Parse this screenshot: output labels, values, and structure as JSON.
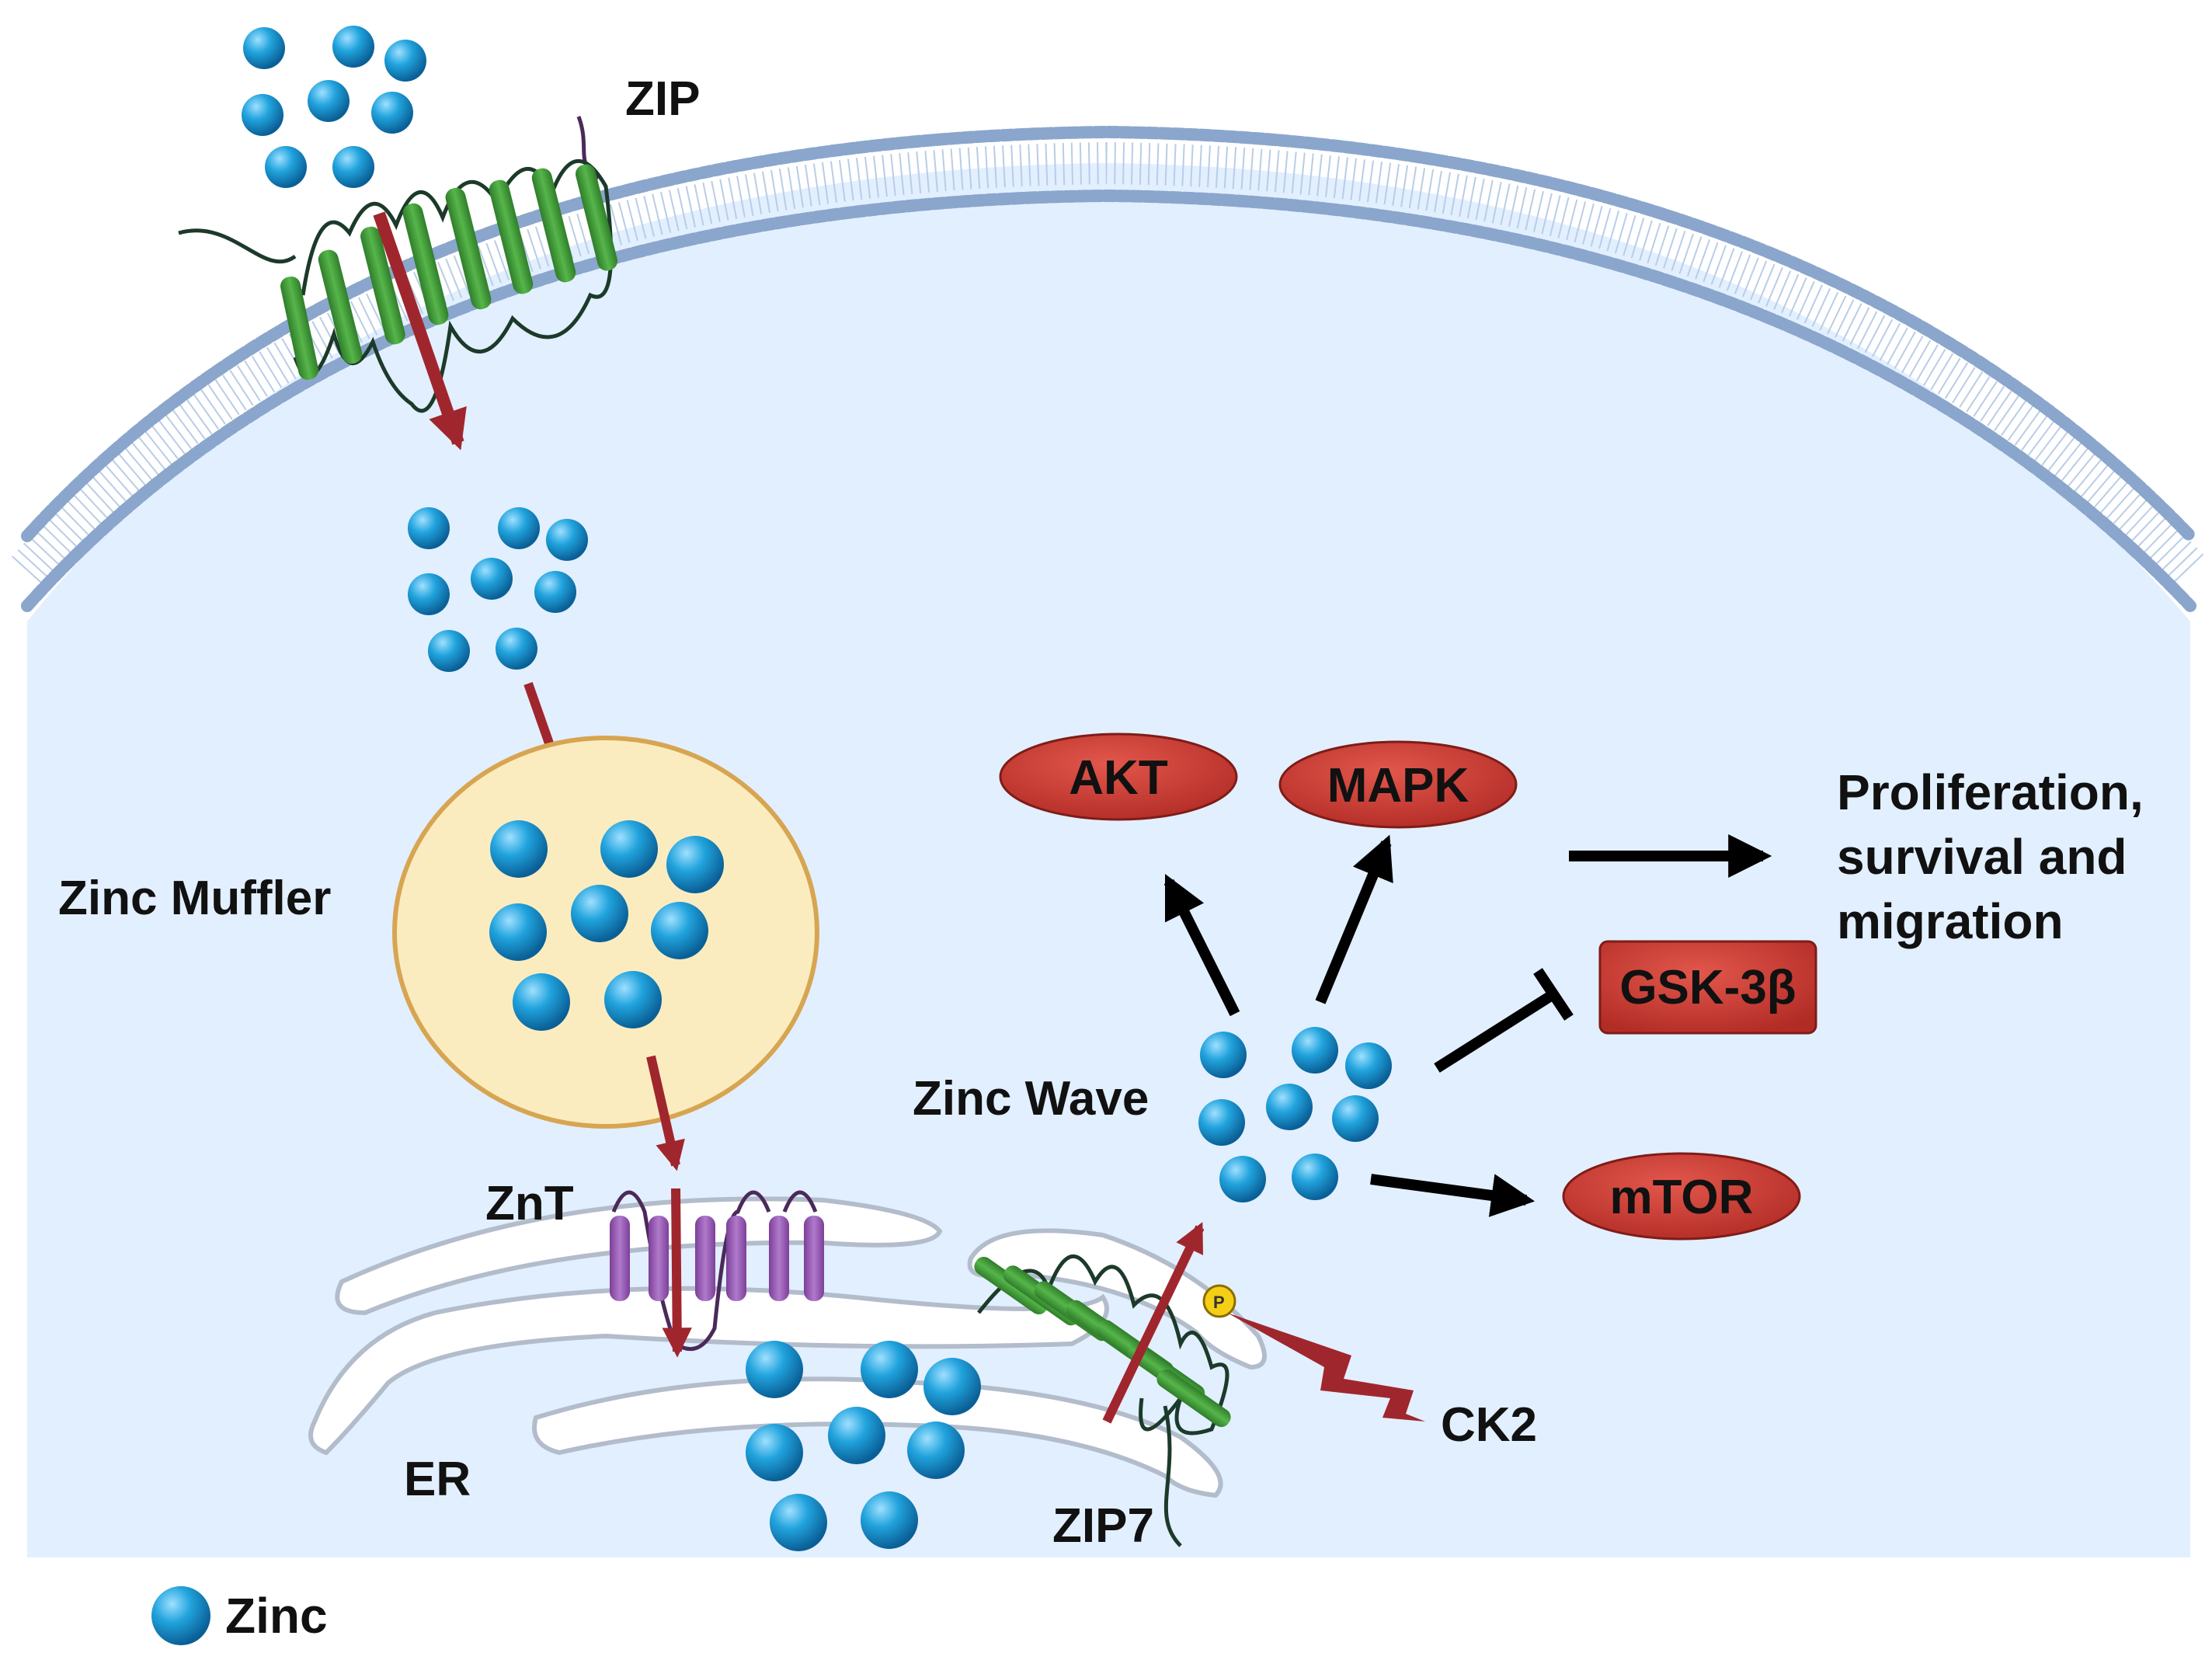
{
  "labels": {
    "zip": "ZIP",
    "zinc_muffler": "Zinc Muffler",
    "znt": "ZnT",
    "er": "ER",
    "zip7": "ZIP7",
    "ck2": "CK2",
    "zinc_wave": "Zinc Wave",
    "phospho": "P",
    "legend_zinc": "Zinc"
  },
  "targets": {
    "akt": "AKT",
    "mapk": "MAPK",
    "gsk3b": "GSK-3β",
    "mtor": "mTOR"
  },
  "outcome": {
    "line1": "Proliferation,",
    "line2": "survival and",
    "line3": "migration"
  },
  "colors": {
    "cell_fill": "#e2efff",
    "membrane_head": "#8aa6cc",
    "zinc_ball": "#1f9cd6",
    "zip_helix": "#3d9a35",
    "znt_helix": "#9a5ab4",
    "transport_arrow": "#a0262d",
    "target_red": "#c93a32",
    "muffler_fill": "#fbecc0",
    "muffler_stroke": "#d7a552",
    "er_stroke": "#b3bccb",
    "phospho_yellow": "#f5cf16"
  }
}
